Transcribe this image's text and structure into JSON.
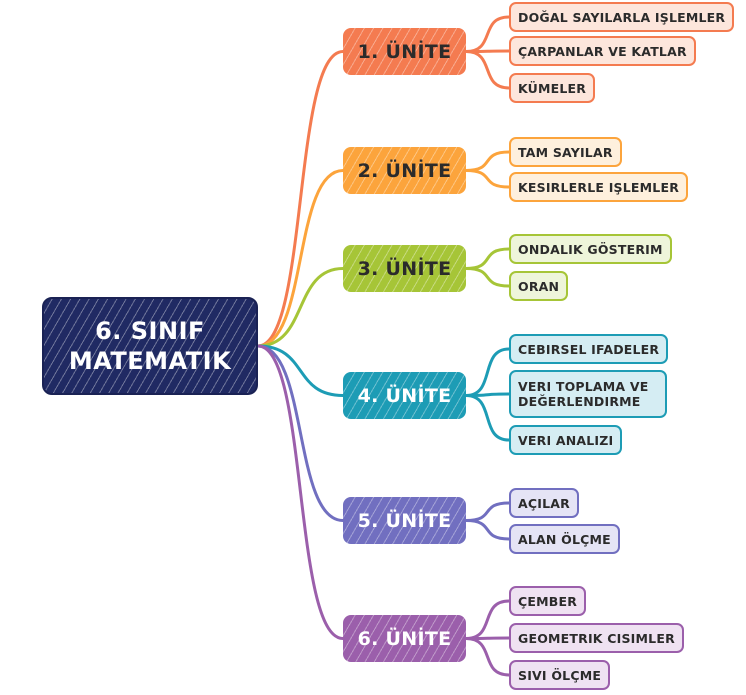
{
  "root": {
    "label_line1": "6. SINIF",
    "label_line2": "MATEMATIK"
  },
  "units": [
    {
      "label": "1. ÜNİTE",
      "color": "#f47b50",
      "light": "#fde6dc",
      "text": "#2b2b2b",
      "topics": [
        "DOĞAL SAYILARLA IŞLEMLER",
        "ÇARPANLAR VE KATLAR",
        "KÜMELER"
      ]
    },
    {
      "label": "2. ÜNİTE",
      "color": "#fca43c",
      "light": "#fef0dd",
      "text": "#2b2b2b",
      "topics": [
        "TAM SAYILAR",
        "KESIRLERLE IŞLEMLER"
      ]
    },
    {
      "label": "3. ÜNİTE",
      "color": "#a6c537",
      "light": "#eef5da",
      "text": "#2b2b2b",
      "topics": [
        "ONDALIK GÖSTERIM",
        "ORAN"
      ]
    },
    {
      "label": "4. ÜNİTE",
      "color": "#1d9cb5",
      "light": "#d5edf3",
      "text": "#ffffff",
      "topics": [
        "CEBIRSEL IFADELER",
        "VERI TOPLAMA VE DEĞERLENDIRME",
        "VERI ANALIZI"
      ]
    },
    {
      "label": "5. ÜNİTE",
      "color": "#716fc0",
      "light": "#e5e4f5",
      "text": "#ffffff",
      "topics": [
        "AÇILAR",
        "ALAN ÖLÇME"
      ]
    },
    {
      "label": "6. ÜNİTE",
      "color": "#9b5fab",
      "light": "#efe2f2",
      "text": "#ffffff",
      "topics": [
        "ÇEMBER",
        "GEOMETRIK CISIMLER",
        "SIVI ÖLÇME"
      ]
    }
  ]
}
